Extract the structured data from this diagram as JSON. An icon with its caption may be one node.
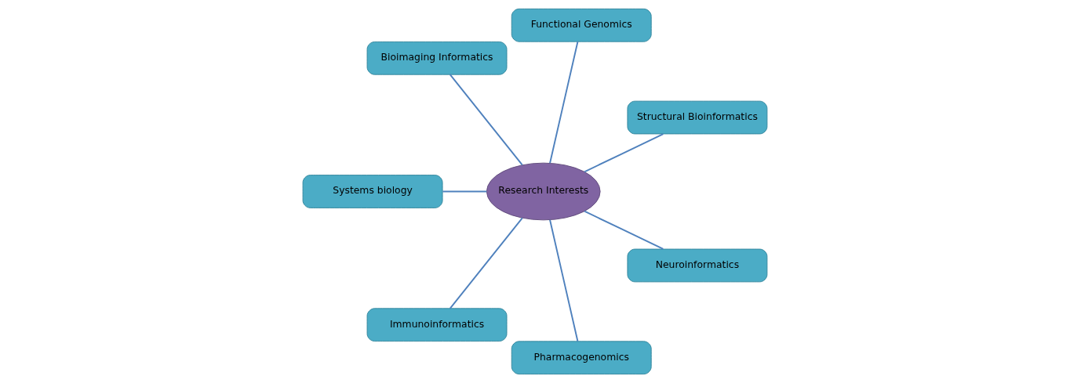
{
  "diagram": {
    "nodes": [
      {
        "text": [
          "Structural Bioinformatics"
        ]
      },
      {
        "text": [
          "Functional Genomics"
        ]
      },
      {
        "text": [
          "Bioimaging Informatics"
        ]
      },
      {
        "text": [
          "Systems biology"
        ]
      },
      {
        "text": [
          "Research Interests"
        ]
      },
      {
        "text": [
          "Immunoinformatics"
        ]
      },
      {
        "text": [
          "Pharmacogenomics"
        ]
      },
      {
        "text": [
          "Neuroinformatics"
        ]
      }
    ],
    "edges": [
      {
        "from": 4,
        "to": 0,
        "arrow": "none"
      },
      {
        "from": 4,
        "to": 1,
        "arrow": "none"
      },
      {
        "from": 4,
        "to": 2,
        "arrow": "none"
      },
      {
        "from": 4,
        "to": 3,
        "arrow": "none"
      },
      {
        "from": 4,
        "to": 5,
        "arrow": "none"
      },
      {
        "from": 4,
        "to": 6,
        "arrow": "none"
      },
      {
        "from": 4,
        "to": 7,
        "arrow": "none"
      }
    ]
  }
}
